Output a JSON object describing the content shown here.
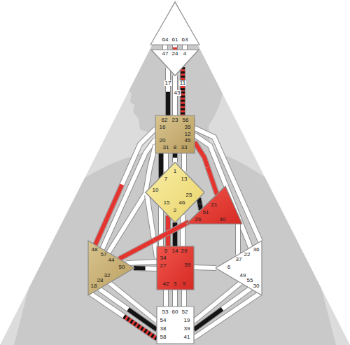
{
  "diagram": {
    "nodes": [
      {
        "text": [
          "64",
          "61",
          "63"
        ]
      },
      {
        "text": [
          "47",
          "24",
          "4",
          "17",
          "11",
          "43"
        ]
      },
      {
        "text": [
          "62",
          "23",
          "56",
          "16",
          "35",
          "12",
          "20",
          "45",
          "31",
          "8",
          "33"
        ]
      },
      {
        "text": [
          "1",
          "7",
          "13",
          "10",
          "25",
          "15",
          "46",
          "2"
        ]
      },
      {
        "text": [
          "21",
          "51",
          "26",
          "40"
        ]
      },
      {
        "text": [
          "48",
          "57",
          "44",
          "50",
          "32",
          "28",
          "18"
        ]
      },
      {
        "text": [
          "5",
          "14",
          "29",
          "34",
          "59",
          "27",
          "42",
          "3",
          "9"
        ]
      },
      {
        "text": [
          "36",
          "22",
          "37",
          "6",
          "49",
          "55",
          "30"
        ]
      },
      {
        "text": [
          "53",
          "60",
          "52",
          "54",
          "19",
          "38",
          "39",
          "58",
          "41"
        ]
      }
    ],
    "edges": [
      {
        "from": 0,
        "to": 1,
        "arrow": "none"
      },
      {
        "from": 0,
        "to": 1,
        "arrow": "none"
      },
      {
        "from": 0,
        "to": 1,
        "arrow": "none"
      },
      {
        "from": 1,
        "to": 2,
        "arrow": "none"
      },
      {
        "from": 1,
        "to": 2,
        "arrow": "none"
      },
      {
        "from": 1,
        "to": 2,
        "arrow": "none"
      },
      {
        "from": 2,
        "to": 5,
        "arrow": "none"
      },
      {
        "from": 2,
        "to": 5,
        "arrow": "none"
      },
      {
        "from": 2,
        "to": 6,
        "arrow": "none"
      },
      {
        "from": 2,
        "to": 3,
        "arrow": "none"
      },
      {
        "from": 2,
        "to": 3,
        "arrow": "none"
      },
      {
        "from": 2,
        "to": 3,
        "arrow": "none"
      },
      {
        "from": 2,
        "to": 3,
        "arrow": "none"
      },
      {
        "from": 2,
        "to": 4,
        "arrow": "none"
      },
      {
        "from": 2,
        "to": 7,
        "arrow": "none"
      },
      {
        "from": 2,
        "to": 7,
        "arrow": "none"
      },
      {
        "from": 3,
        "to": 5,
        "arrow": "none"
      },
      {
        "from": 3,
        "to": 6,
        "arrow": "none"
      },
      {
        "from": 3,
        "to": 6,
        "arrow": "none"
      },
      {
        "from": 3,
        "to": 6,
        "arrow": "none"
      },
      {
        "from": 3,
        "to": 6,
        "arrow": "none"
      },
      {
        "from": 3,
        "to": 4,
        "arrow": "none"
      },
      {
        "from": 4,
        "to": 5,
        "arrow": "none"
      },
      {
        "from": 4,
        "to": 7,
        "arrow": "none"
      },
      {
        "from": 5,
        "to": 6,
        "arrow": "none"
      },
      {
        "from": 5,
        "to": 6,
        "arrow": "none"
      },
      {
        "from": 6,
        "to": 7,
        "arrow": "none"
      },
      {
        "from": 5,
        "to": 8,
        "arrow": "none"
      },
      {
        "from": 5,
        "to": 8,
        "arrow": "none"
      },
      {
        "from": 5,
        "to": 8,
        "arrow": "none"
      },
      {
        "from": 6,
        "to": 8,
        "arrow": "none"
      },
      {
        "from": 6,
        "to": 8,
        "arrow": "none"
      },
      {
        "from": 6,
        "to": 8,
        "arrow": "none"
      },
      {
        "from": 7,
        "to": 8,
        "arrow": "none"
      },
      {
        "from": 7,
        "to": 8,
        "arrow": "none"
      },
      {
        "from": 7,
        "to": 8,
        "arrow": "none"
      }
    ]
  }
}
